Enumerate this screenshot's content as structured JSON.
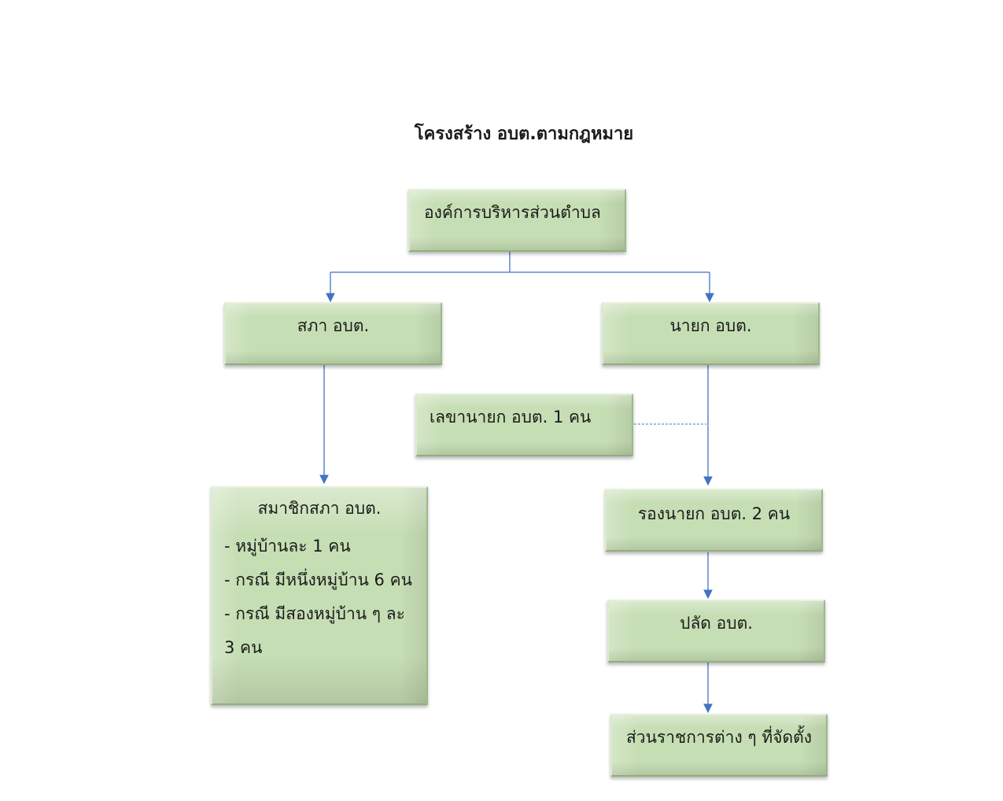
{
  "diagram": {
    "title": "โครงสร้าง อบต.ตามกฎหมาย",
    "nodes": {
      "sao": {
        "label": "องค์การบริหารส่วนตำบล"
      },
      "council": {
        "label": "สภา อบต."
      },
      "mayor": {
        "label": "นายก อบต."
      },
      "secretary": {
        "label": "เลขานายก อบต. 1 คน"
      },
      "members": {
        "label": "สมาชิกสภา อบต.",
        "lines": [
          "- หมู่บ้านละ 1 คน",
          "- กรณี มีหนึ่งหมู่บ้าน  6 คน",
          "- กรณี มีสองหมู่บ้าน ๆ ละ",
          "3 คน"
        ]
      },
      "deputy": {
        "label": "รองนายก อบต. 2 คน"
      },
      "clerk": {
        "label": "ปลัด อบต."
      },
      "departments": {
        "label": "ส่วนราชการต่าง ๆ ที่จัดตั้ง"
      }
    },
    "colors": {
      "box_fill": "#c6deb4",
      "connector": "#4472c4"
    }
  }
}
